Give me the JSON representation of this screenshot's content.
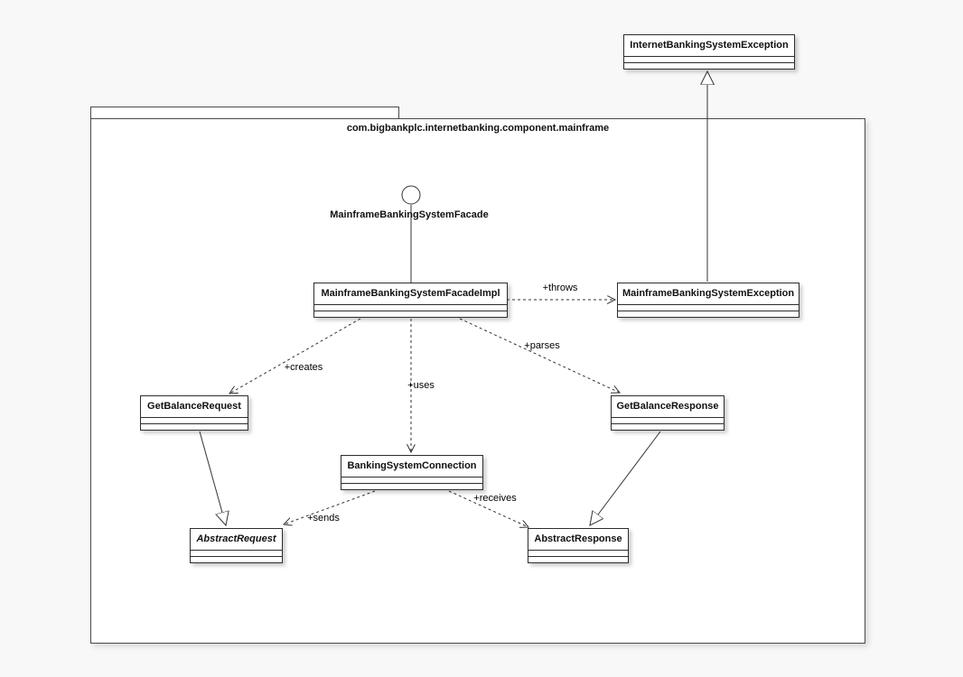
{
  "diagram": {
    "package": {
      "label": "com.bigbankplc.internetbanking.component.mainframe"
    },
    "interface": {
      "label": "MainframeBankingSystemFacade",
      "notation": "lollipop-circle"
    },
    "classes": {
      "internetBankingSystemException": {
        "name": "InternetBankingSystemException"
      },
      "mainframeBankingSystemFacadeImpl": {
        "name": "MainframeBankingSystemFacadeImpl"
      },
      "mainframeBankingSystemException": {
        "name": "MainframeBankingSystemException"
      },
      "getBalanceRequest": {
        "name": "GetBalanceRequest"
      },
      "getBalanceResponse": {
        "name": "GetBalanceResponse"
      },
      "bankingSystemConnection": {
        "name": "BankingSystemConnection"
      },
      "abstractRequest": {
        "name": "AbstractRequest",
        "abstract": true
      },
      "abstractResponse": {
        "name": "AbstractResponse"
      }
    },
    "relationships": {
      "throws": {
        "label": "+throws",
        "from": "MainframeBankingSystemFacadeImpl",
        "to": "MainframeBankingSystemException",
        "style": "dashed-dependency"
      },
      "creates": {
        "label": "+creates",
        "from": "MainframeBankingSystemFacadeImpl",
        "to": "GetBalanceRequest",
        "style": "dashed-dependency"
      },
      "uses": {
        "label": "+uses",
        "from": "MainframeBankingSystemFacadeImpl",
        "to": "BankingSystemConnection",
        "style": "dashed-dependency"
      },
      "parses": {
        "label": "+parses",
        "from": "MainframeBankingSystemFacadeImpl",
        "to": "GetBalanceResponse",
        "style": "dashed-dependency"
      },
      "sends": {
        "label": "+sends",
        "from": "BankingSystemConnection",
        "to": "AbstractRequest",
        "style": "dashed-dependency"
      },
      "receives": {
        "label": "+receives",
        "from": "BankingSystemConnection",
        "to": "AbstractResponse",
        "style": "dashed-dependency"
      }
    },
    "generalizations": [
      {
        "from": "MainframeBankingSystemException",
        "to": "InternetBankingSystemException"
      },
      {
        "from": "GetBalanceRequest",
        "to": "AbstractRequest"
      },
      {
        "from": "GetBalanceResponse",
        "to": "AbstractResponse"
      }
    ],
    "colors": {
      "line": "#333333",
      "node_fill": "#ffffff",
      "text": "#111111",
      "background": "#f8f8f8"
    }
  }
}
